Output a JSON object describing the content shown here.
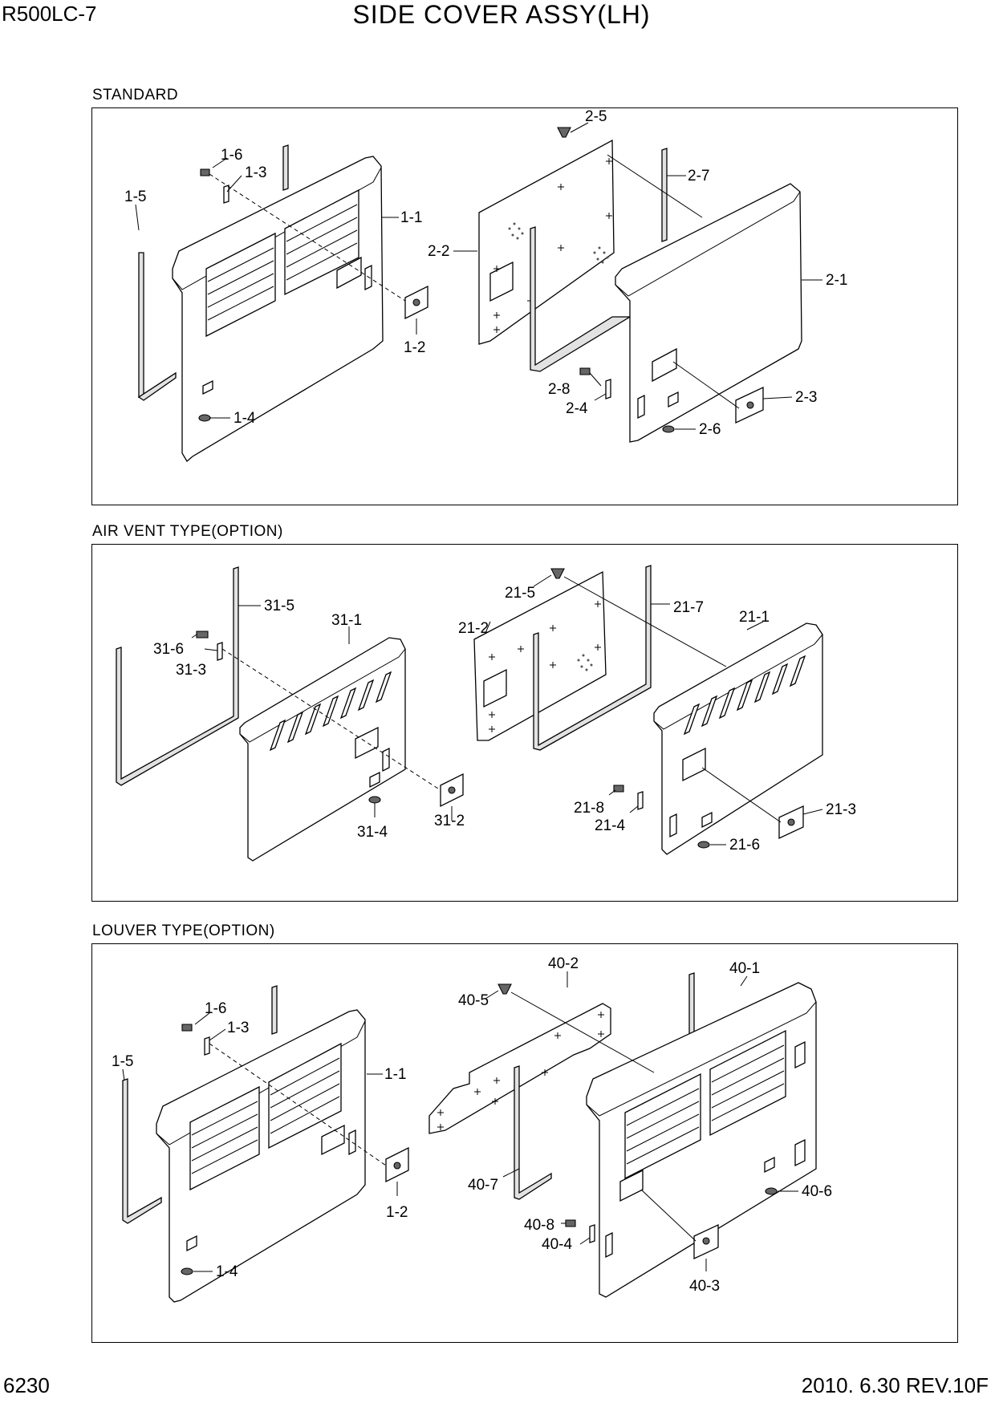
{
  "header": {
    "model": "R500LC-7",
    "title": "SIDE COVER ASSY(LH)"
  },
  "sections": [
    {
      "title": "STANDARD",
      "labels": [
        "1-1",
        "1-2",
        "1-3",
        "1-4",
        "1-5",
        "1-6",
        "2-1",
        "2-2",
        "2-3",
        "2-4",
        "2-5",
        "2-6",
        "2-7",
        "2-8"
      ]
    },
    {
      "title": "AIR VENT TYPE(OPTION)",
      "labels": [
        "31-1",
        "31-2",
        "31-3",
        "31-4",
        "31-5",
        "31-6",
        "21-1",
        "21-2",
        "21-3",
        "21-4",
        "21-5",
        "21-6",
        "21-7",
        "21-8"
      ]
    },
    {
      "title": "LOUVER TYPE(OPTION)",
      "labels": [
        "1-1",
        "1-2",
        "1-3",
        "1-4",
        "1-5",
        "1-6",
        "40-1",
        "40-2",
        "40-3",
        "40-4",
        "40-5",
        "40-6",
        "40-7",
        "40-8"
      ]
    }
  ],
  "footer": {
    "page_number": "6230",
    "revision": "2010. 6.30  REV.10F"
  }
}
